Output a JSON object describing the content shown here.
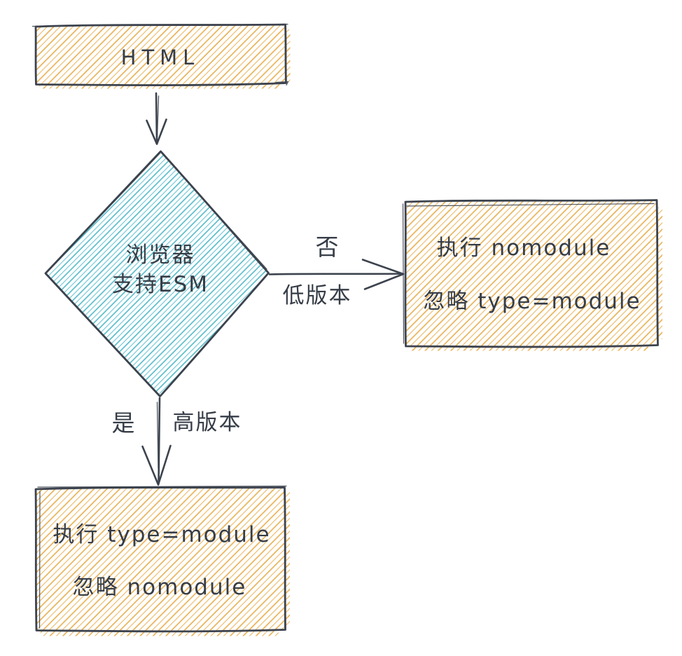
{
  "colors": {
    "background": "#ffffff",
    "stroke": "#3c434e",
    "text": "#363d47",
    "orange": "#e9b257",
    "teal": "#50b9c8"
  },
  "nodes": {
    "start": {
      "label": "HTML"
    },
    "decision": {
      "line1": "浏览器",
      "line2": "支持ESM"
    },
    "no_branch": {
      "line1": "执行 nomodule",
      "line2": "忽略 type=module"
    },
    "yes_branch": {
      "line1": "执行 type=module",
      "line2": "忽略 nomodule"
    }
  },
  "edges": {
    "no": {
      "label": "否",
      "sublabel": "低版本"
    },
    "yes": {
      "label": "是",
      "sublabel": "高版本"
    }
  }
}
